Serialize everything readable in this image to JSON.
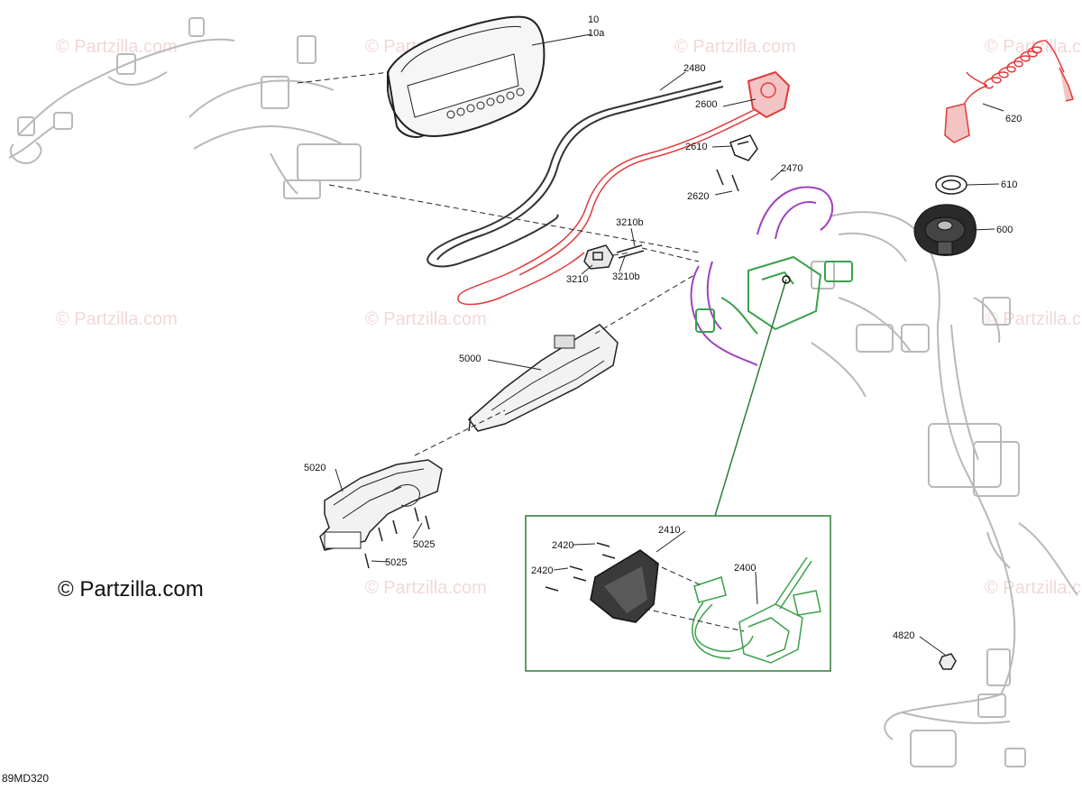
{
  "watermark_text": "© Partzilla.com",
  "copyright_text": "© Partzilla.com",
  "diagram_code": "89MD320",
  "colors": {
    "line": "#222222",
    "ghost": "#b9b9b9",
    "red": "#e23a3a",
    "green": "#3aa04a",
    "purple": "#a040c0",
    "frame": "#2f7a36"
  },
  "callouts": {
    "c10": "10",
    "c10a": "10a",
    "c2480": "2480",
    "c2600": "2600",
    "c2610": "2610",
    "c2620": "2620",
    "c2470": "2470",
    "c620": "620",
    "c610": "610",
    "c600": "600",
    "c3210b_top": "3210b",
    "c3210": "3210",
    "c3210b_bottom": "3210b",
    "c5000": "5000",
    "c5020": "5020",
    "c5025_right": "5025",
    "c5025_bottom": "5025",
    "c2410": "2410",
    "c2420_top": "2420",
    "c2420_bottom": "2420",
    "c2400": "2400",
    "c4820": "4820"
  }
}
